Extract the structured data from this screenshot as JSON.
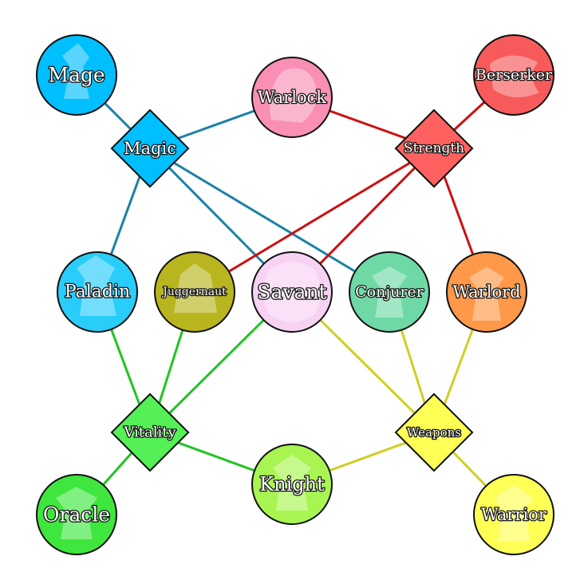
{
  "stats": {
    "magic": {
      "label": "Magic",
      "color": "#00bfff"
    },
    "strength": {
      "label": "Strength",
      "color": "#ff6060"
    },
    "vitality": {
      "label": "Vitality",
      "color": "#55f055"
    },
    "weapons": {
      "label": "Weapons",
      "color": "#ffff55"
    }
  },
  "classes": {
    "mage": {
      "label": "Mage",
      "color": "#00bfff"
    },
    "warlock": {
      "label": "Warlock",
      "color": "#f98fb5"
    },
    "berserker": {
      "label": "Berserker",
      "color": "#f65a5a"
    },
    "paladin": {
      "label": "Paladin",
      "color": "#28cdfa"
    },
    "juggernaut": {
      "label": "Juggernaut",
      "color": "#b8b51e"
    },
    "savant": {
      "label": "Savant",
      "color": "#f7d2f3"
    },
    "conjurer": {
      "label": "Conjurer",
      "color": "#6fd9a6"
    },
    "warlord": {
      "label": "Warlord",
      "color": "#ff9848"
    },
    "oracle": {
      "label": "Oracle",
      "color": "#3ee63e"
    },
    "knight": {
      "label": "Knight",
      "color": "#a8f552"
    },
    "warrior": {
      "label": "Warrior",
      "color": "#ffff55"
    }
  },
  "link_colors": {
    "magic": "#1b81a6",
    "strength": "#cc1010",
    "vitality": "#22c322",
    "weapons": "#cfcf24"
  }
}
